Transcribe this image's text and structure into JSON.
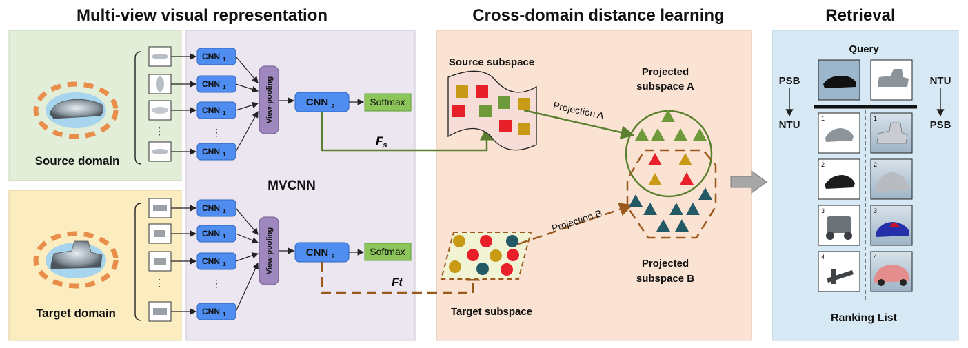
{
  "titles": {
    "multiview": "Multi-view visual representation",
    "crossdomain": "Cross-domain distance learning",
    "retrieval": "Retrieval"
  },
  "labels": {
    "source_domain": "Source domain",
    "target_domain": "Target domain",
    "mvcnn": "MVCNN",
    "cnn1": "CNN",
    "cnn1_sub": "1",
    "cnn2": "CNN",
    "cnn2_sub": "2",
    "view_pooling": "View-pooling",
    "softmax": "Softmax",
    "ellipsis": "⋮",
    "fs_main": "F",
    "fs_sub": "s",
    "ft": "Ft",
    "source_subspace": "Source subspace",
    "target_subspace": "Target subspace",
    "projected_a_line1": "Projected",
    "projected_a_line2": "subspace A",
    "projected_b_line1": "Projected",
    "projected_b_line2": "subspace B",
    "projection_a": "Projection A",
    "projection_b": "Projection B",
    "query": "Query",
    "ranking_list": "Ranking List",
    "psb": "PSB",
    "ntu": "NTU",
    "rank_numbers": [
      "1",
      "2",
      "3",
      "4"
    ]
  },
  "colors": {
    "source_panel": "#e3eed8",
    "target_panel": "#fbedc0",
    "mvcnn_panel": "#ebe6f0",
    "cross_panel": "#fbe3d3",
    "retrieval_panel": "#d7e9f4",
    "cnn_box": "#4f8ef0",
    "softmax_box": "#8cc65a",
    "view_pool": "#9f88bd",
    "source_path": "#5a7f2e",
    "target_path": "#9a5a1e",
    "sq_red": "#e8202a",
    "sq_green": "#6f9a3a",
    "sq_gold": "#c99a16",
    "circ_teal": "#245a66"
  }
}
